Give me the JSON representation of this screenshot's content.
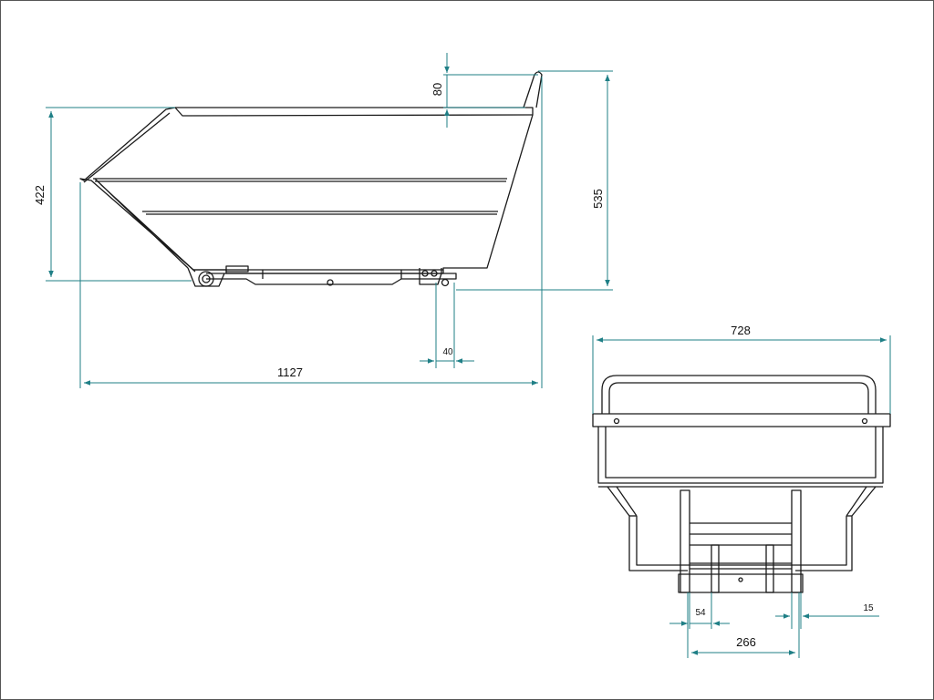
{
  "colors": {
    "dimension_line": "#1f7f86",
    "outline": "#1a1a1a",
    "background": "#ffffff"
  },
  "side_view": {
    "dimensions": {
      "height_body": "422",
      "height_total": "535",
      "handle_height": "80",
      "foot_width": "40",
      "length_total": "1127"
    }
  },
  "front_view": {
    "dimensions": {
      "width_total": "728",
      "fork_pocket_width": "54",
      "wall_thickness": "15",
      "fork_spacing": "266"
    }
  }
}
